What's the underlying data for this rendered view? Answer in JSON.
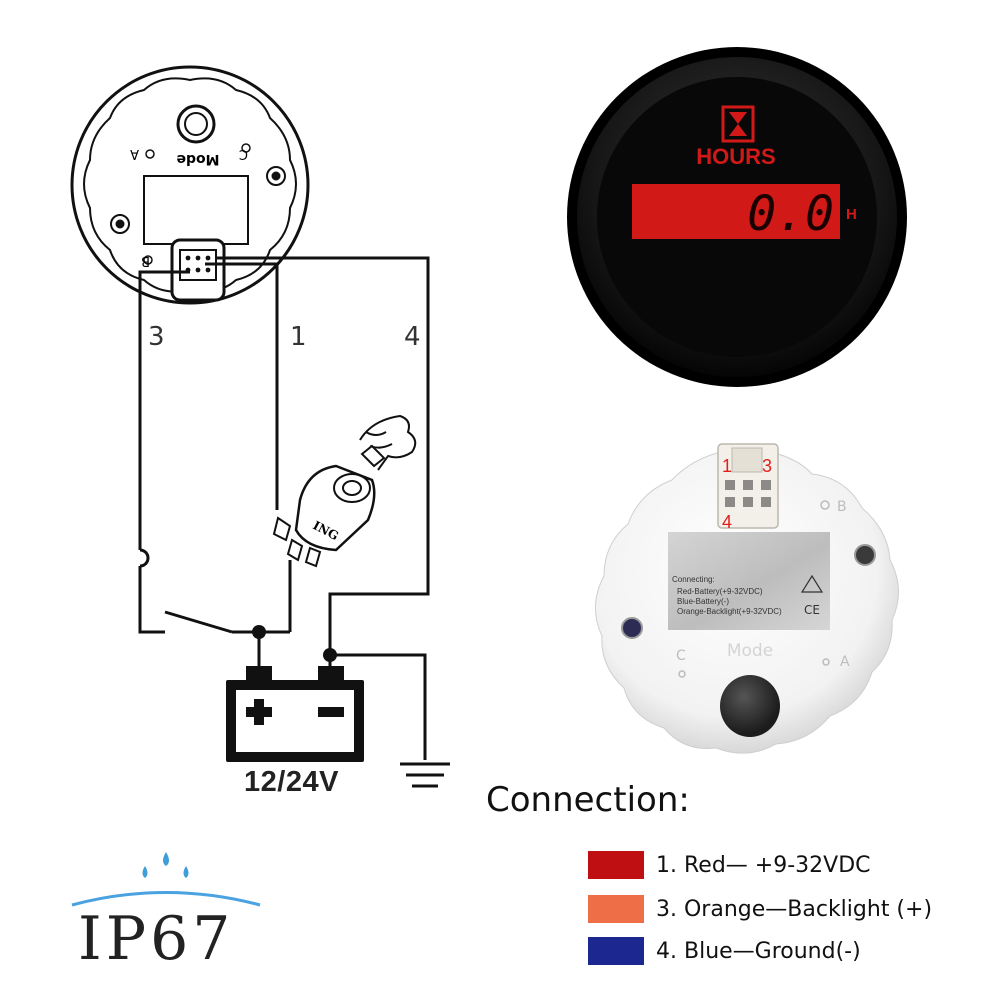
{
  "colors": {
    "wire": "#111111",
    "display_red": "#d11a17",
    "segment_red": "#ff2a1a",
    "red_swatch": "#c00f12",
    "orange_swatch": "#ee6e47",
    "blue_swatch": "#1c2890",
    "ip67_arc": "#4aa3e0",
    "ip67_drop": "#3d9ed8"
  },
  "icons": {
    "gauge_front": "hourglass-icon",
    "ignition": "ignition-key-icon",
    "ground": "ground-symbol-icon",
    "battery": "battery-icon"
  },
  "wiring": {
    "labels": {
      "wire_3": "3",
      "wire_1": "1",
      "wire_4": "4"
    },
    "back_view": {
      "label_a": "A",
      "label_b": "B",
      "label_c": "C",
      "mode": "Mode"
    },
    "ignition_label": "ING",
    "battery": {
      "plus": "+",
      "minus": "−",
      "voltage": "12/24V"
    }
  },
  "gauge": {
    "unit_label": "HOURS",
    "reading": "0.0",
    "unit_suffix": "H"
  },
  "rear_photo": {
    "pin_1": "1",
    "pin_3": "3",
    "pin_4": "4",
    "label_b": "B",
    "label_a": "A",
    "label_c": "C",
    "mode": "Mode",
    "sticker_lines": [
      "Connecting:",
      "Red-Battery(+9-32VDC)",
      "Blue-Battery(-)",
      "Orange-Backlight(+9-32VDC)"
    ],
    "ce_mark": "CE"
  },
  "connection": {
    "title": "Connection:",
    "items": [
      {
        "label": "1. Red— +9-32VDC",
        "color": "#c00f12"
      },
      {
        "label": "3. Orange—Backlight (+)",
        "color": "#ee6e47"
      },
      {
        "label": "4. Blue—Ground(-)",
        "color": "#1c2890"
      }
    ]
  },
  "rating": {
    "ip": "IP67"
  }
}
